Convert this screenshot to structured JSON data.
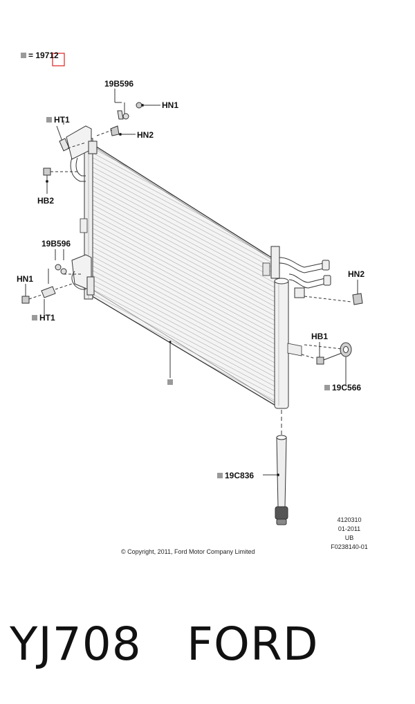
{
  "legend": {
    "prefix": "=",
    "code": "19712"
  },
  "callouts": {
    "b596_top": "19B596",
    "hn1_top": "HN1",
    "ht1_top": "HT1",
    "hn2_top": "HN2",
    "hb2": "HB2",
    "b596_left": "19B596",
    "hn1_left": "HN1",
    "ht1_left": "HT1",
    "hn2_right": "HN2",
    "hb1": "HB1",
    "c566": "19C566",
    "c836": "19C836"
  },
  "drawing_info": {
    "line1": "4120310",
    "line2": "01-2011",
    "line3": "UB",
    "line4": "F0238140-01"
  },
  "copyright": "© Copyright, 2011, Ford Motor Company Limited",
  "caption": {
    "part_code": "YJ708",
    "brand": "FORD"
  },
  "colors": {
    "marker_gray": "#9a9a9a",
    "highlight_red": "#e02020"
  }
}
